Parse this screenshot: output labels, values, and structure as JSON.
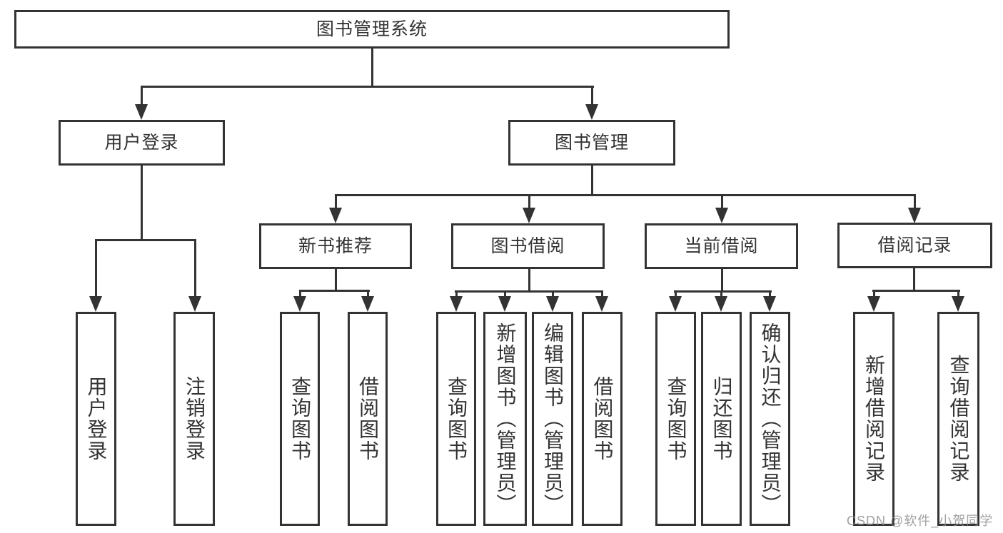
{
  "nodes": {
    "root": "图书管理系统",
    "user_login": "用户登录",
    "book_mgmt": "图书管理",
    "new_book_rec": "新书推荐",
    "book_borrow": "图书借阅",
    "current_borrow": "当前借阅",
    "borrow_record": "借阅记录",
    "leaf_user_login": "用户登录",
    "leaf_logout": "注销登录",
    "leaf_query_book_a": "查询图书",
    "leaf_borrow_book_a": "借阅图书",
    "leaf_query_book_b": "查询图书",
    "leaf_add_book": "新增图书（管理员）",
    "leaf_edit_book": "编辑图书（管理员）",
    "leaf_borrow_book_b": "借阅图书",
    "leaf_query_book_c": "查询图书",
    "leaf_return_book": "归还图书",
    "leaf_confirm_return": "确认归还（管理员）",
    "leaf_add_record": "新增借阅记录",
    "leaf_query_record": "查询借阅记录"
  },
  "watermark": "CSDN @软件_小贺同学",
  "colors": {
    "line": "#333333",
    "text": "#333333",
    "watermark": "#8c8c8c",
    "background": "#ffffff"
  }
}
